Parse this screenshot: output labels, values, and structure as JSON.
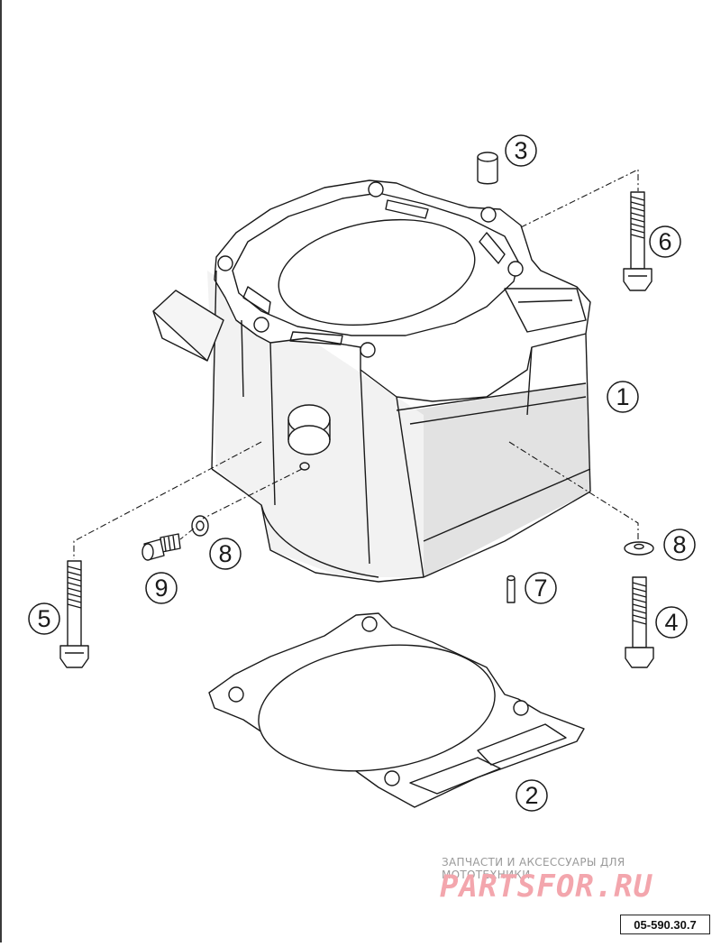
{
  "callouts": [
    {
      "id": "1",
      "label": "1"
    },
    {
      "id": "2",
      "label": "2"
    },
    {
      "id": "3",
      "label": "3"
    },
    {
      "id": "4",
      "label": "4"
    },
    {
      "id": "5",
      "label": "5"
    },
    {
      "id": "6",
      "label": "6"
    },
    {
      "id": "7",
      "label": "7"
    },
    {
      "id": "8a",
      "label": "8"
    },
    {
      "id": "8b",
      "label": "8"
    },
    {
      "id": "9",
      "label": "9"
    }
  ],
  "watermark": {
    "caption": "ЗАПЧАСТИ И АКСЕССУАРЫ ДЛЯ МОТОТЕХНИКИ",
    "brand": "PARTSFOR.RU",
    "brand_color": "#f3a6ad"
  },
  "reference_code": "05-590.30.7",
  "colors": {
    "line": "#1a1a1a",
    "shade": "#cfcfcf",
    "background": "#ffffff"
  }
}
